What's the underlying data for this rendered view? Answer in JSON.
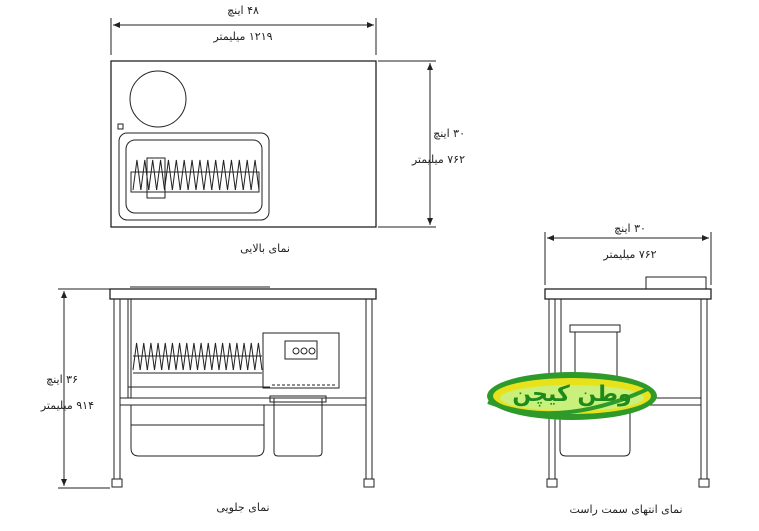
{
  "top_view": {
    "width_inch": "۴۸ اینچ",
    "width_mm": "۱۲۱۹ میلیمتر",
    "depth_inch": "۳۰ اینچ",
    "depth_mm": "۷۶۲ میلیمتر",
    "caption": "نمای بالایی"
  },
  "front_view": {
    "height_inch": "۳۶ اینچ",
    "height_mm": "۹۱۴ میلیمتر",
    "caption": "نمای جلویی"
  },
  "side_view": {
    "depth_inch": "۳۰ اینچ",
    "depth_mm": "۷۶۲ میلیمتر",
    "caption": "نمای انتهای سمت راست"
  },
  "logo": {
    "text": "وطن کیچن",
    "colors": {
      "green": "#2e9a2a",
      "yellow": "#e8e21a",
      "light": "#c8f07a"
    }
  },
  "colors": {
    "line": "#222222",
    "fill": "#ffffff"
  }
}
